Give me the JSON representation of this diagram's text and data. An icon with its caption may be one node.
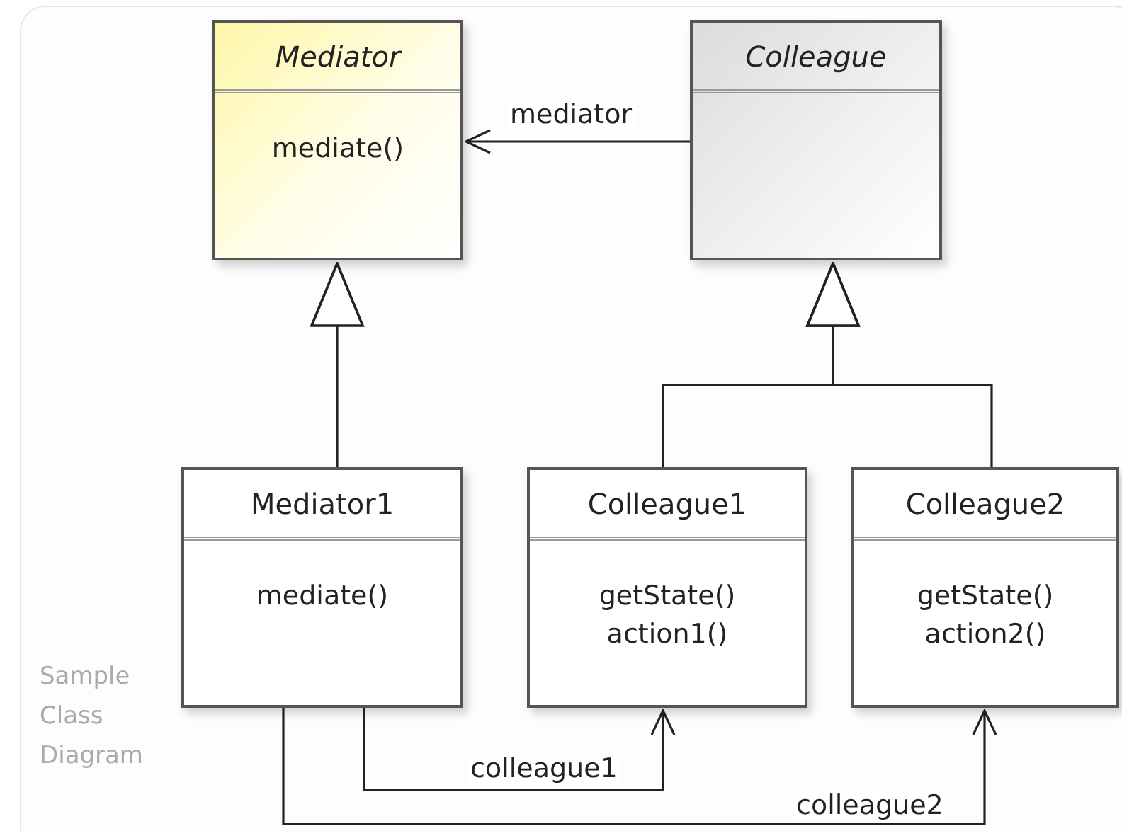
{
  "diagram": {
    "nodes": [
      {
        "text": [
          "Mediator",
          "mediate()"
        ]
      },
      {
        "text": [
          "Colleague"
        ]
      },
      {
        "text": [
          "Mediator1",
          "mediate()"
        ]
      },
      {
        "text": [
          "Colleague1",
          "getState() action1()"
        ]
      },
      {
        "text": [
          "Colleague2",
          "getState() action2()"
        ]
      }
    ],
    "edges": [
      {
        "from": 1,
        "to": 0,
        "arrow": "to",
        "label": "mediator"
      },
      {
        "from": 2,
        "to": 0,
        "arrow": "to"
      },
      {
        "from": 3,
        "to": 1,
        "arrow": "to"
      },
      {
        "from": 4,
        "to": 1,
        "arrow": "to"
      },
      {
        "from": 2,
        "to": 3,
        "arrow": "to",
        "label": "colleague1"
      },
      {
        "from": 2,
        "to": 4,
        "arrow": "to",
        "label": "colleague2"
      }
    ],
    "labels": [
      "Sample Class Diagram"
    ]
  }
}
